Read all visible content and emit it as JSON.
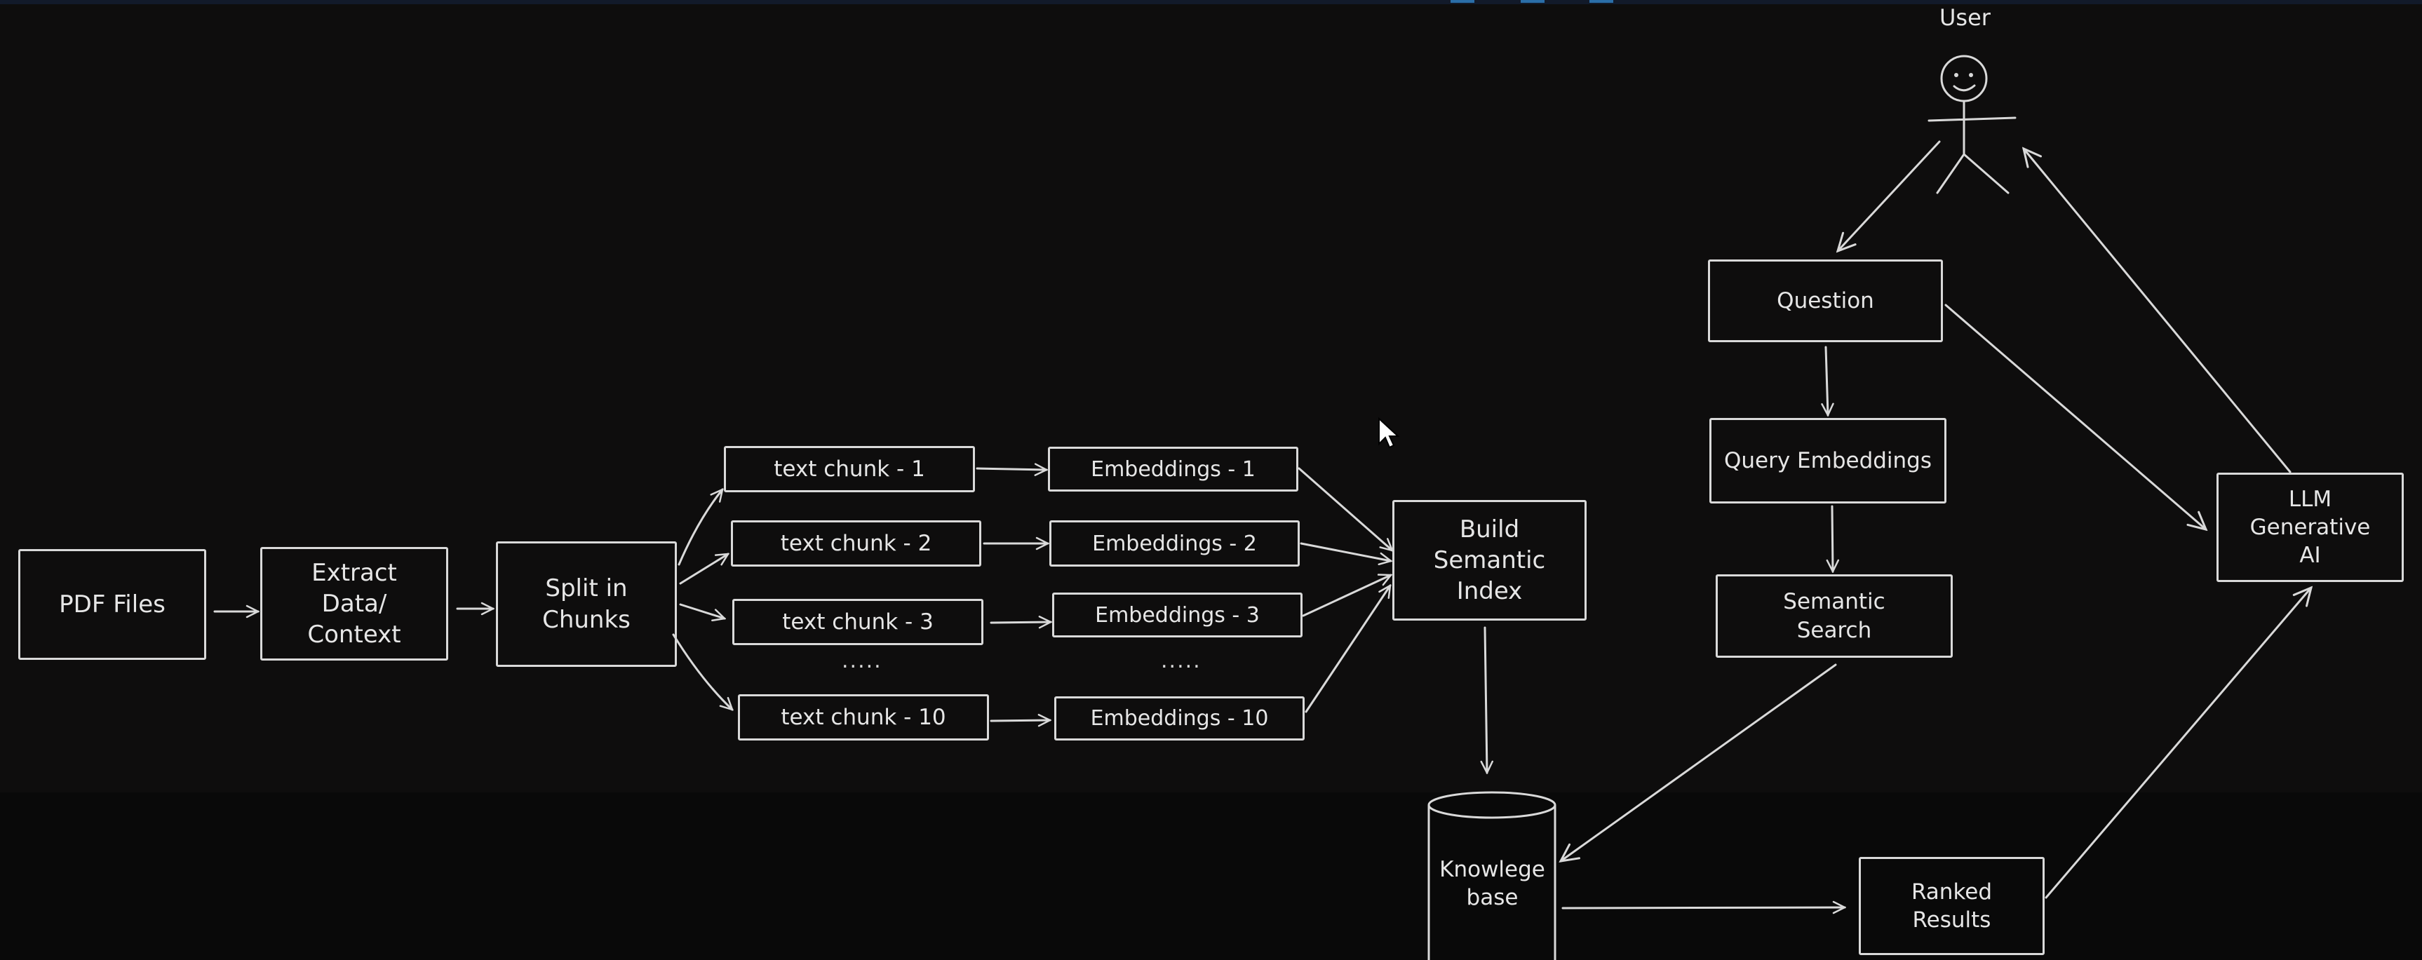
{
  "nodes": {
    "pdf_files": "PDF Files",
    "extract": "Extract\nData/\nContext",
    "split": "Split in\nChunks",
    "chunk1": "text chunk - 1",
    "chunk2": "text chunk - 2",
    "chunk3": "text chunk - 3",
    "chunk10": "text chunk - 10",
    "emb1": "Embeddings - 1",
    "emb2": "Embeddings  - 2",
    "emb3": "Embeddings  - 3",
    "emb10": "Embeddings  - 10",
    "build_index": "Build\nSemantic\nIndex",
    "knowledge_base": "Knowlege\nbase",
    "question": "Question",
    "query_embeddings": "Query Embeddings",
    "semantic_search": "Semantic\nSearch",
    "ranked_results": "Ranked\nResults",
    "llm": "LLM\nGenerative\nAI",
    "user": "User"
  },
  "ellipsis": ".....",
  "colors": {
    "background": "#0e0d0d",
    "stroke": "#d9d9d9",
    "text": "#e6e6e6"
  },
  "icons": {
    "user": "stick-figure-icon",
    "cursor": "mouse-pointer-icon"
  }
}
